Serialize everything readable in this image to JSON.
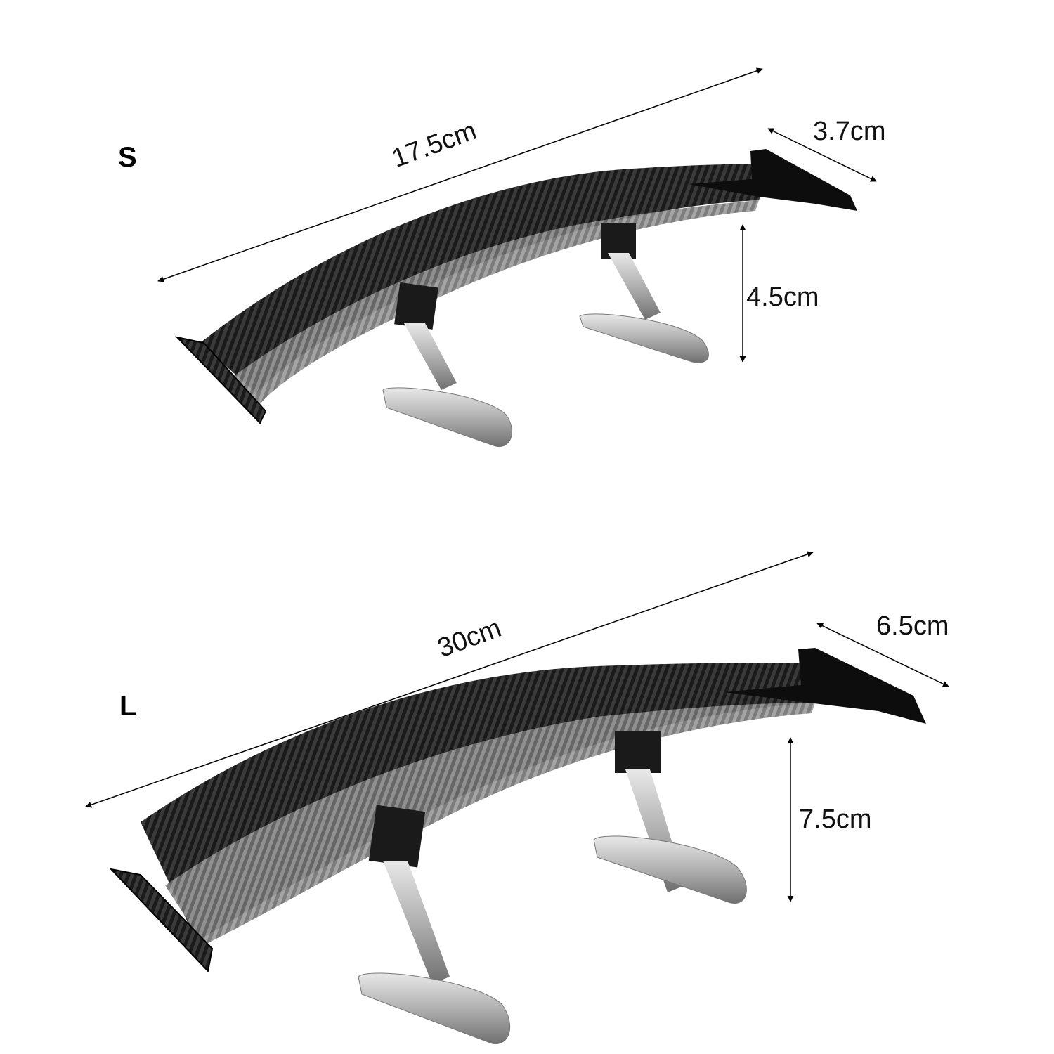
{
  "variants": [
    {
      "size_label": "S",
      "length": "17.5cm",
      "end_plate": "3.7cm",
      "height": "4.5cm"
    },
    {
      "size_label": "L",
      "length": "30cm",
      "end_plate": "6.5cm",
      "height": "7.5cm"
    }
  ],
  "colors": {
    "background": "#ffffff",
    "carbon_dark": "#151515",
    "carbon_light": "#8a8a8a",
    "chrome": "#c8c8c8",
    "dimension_line": "#000000"
  }
}
